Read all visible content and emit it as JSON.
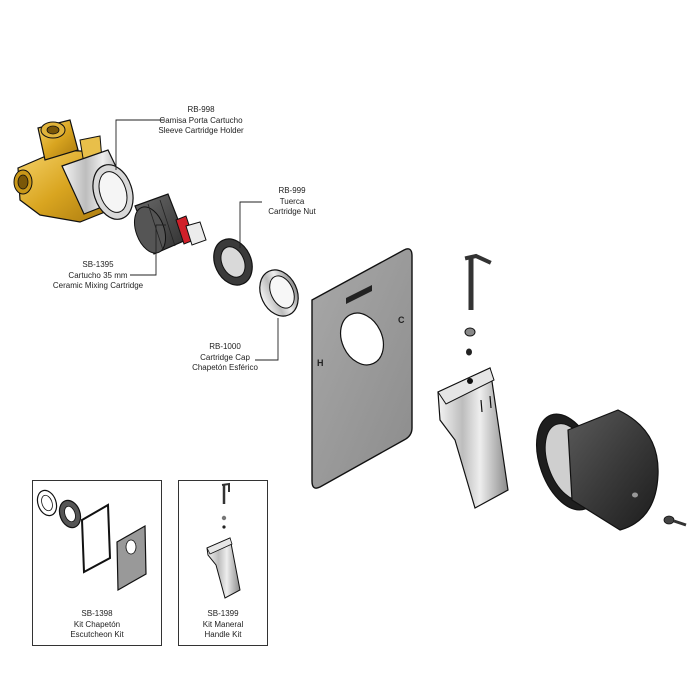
{
  "parts": {
    "sleeve_holder": {
      "code": "RB-998",
      "name_es": "Camisa Porta Cartucho",
      "name_en": "Sleeve Cartridge Holder"
    },
    "cartridge_nut": {
      "code": "RB-999",
      "name_es": "Tuerca",
      "name_en": "Cartridge Nut"
    },
    "ceramic_cartridge": {
      "code": "SB-1395",
      "name_es": "Cartucho 35 mm",
      "name_en": "Ceramic Mixing Cartridge"
    },
    "cartridge_cap": {
      "code": "RB-1000",
      "name_en": "Cartridge Cap",
      "name_es": "Chapetón Esférico"
    }
  },
  "plate_marks": {
    "hot": "H",
    "cold": "C"
  },
  "kits": {
    "escutcheon": {
      "code": "SB-1398",
      "name_es": "Kit Chapetón",
      "name_en": "Escutcheon Kit"
    },
    "handle": {
      "code": "SB-1399",
      "name_es": "Kit Maneral",
      "name_en": "Handle Kit"
    }
  }
}
